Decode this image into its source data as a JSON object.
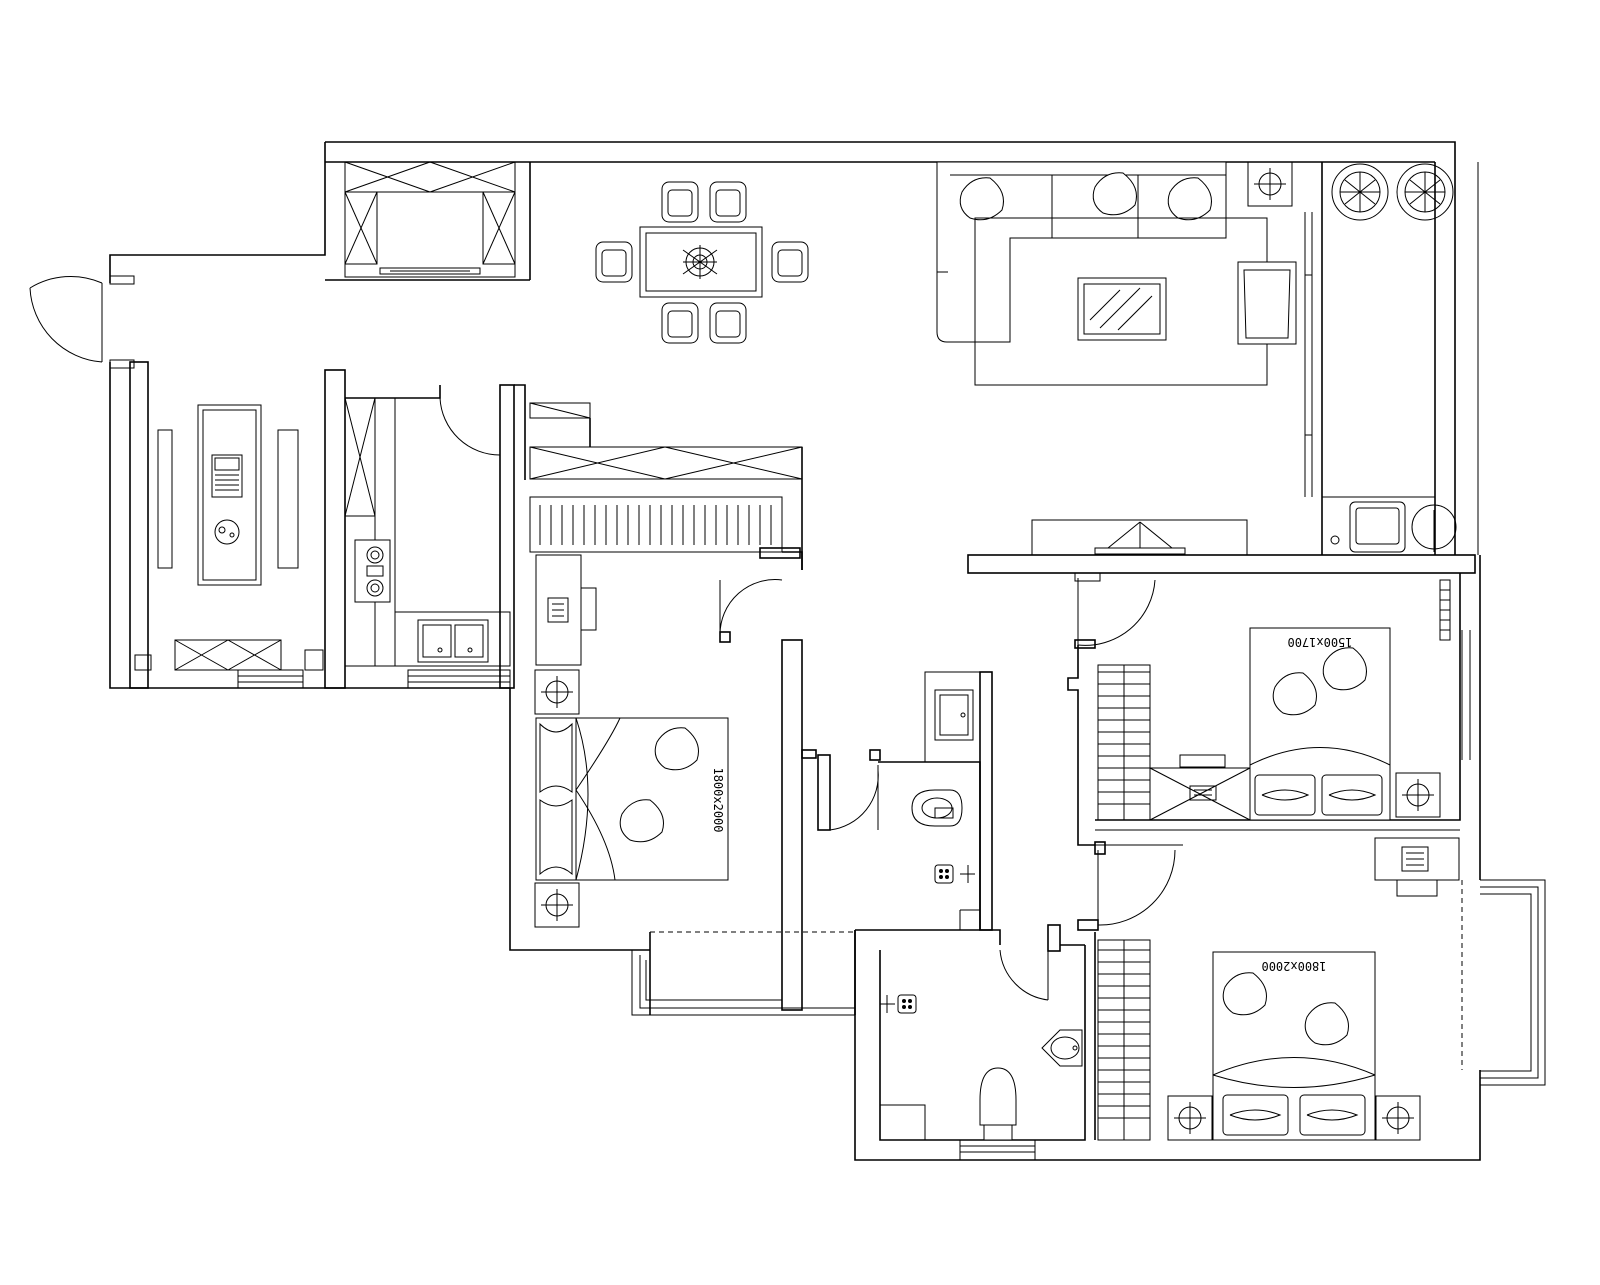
{
  "plan": {
    "bed_labels": {
      "west_bedroom": "1800x2000",
      "northeast_bedroom": "1500x1700",
      "southeast_bedroom": "1800x2000"
    }
  }
}
